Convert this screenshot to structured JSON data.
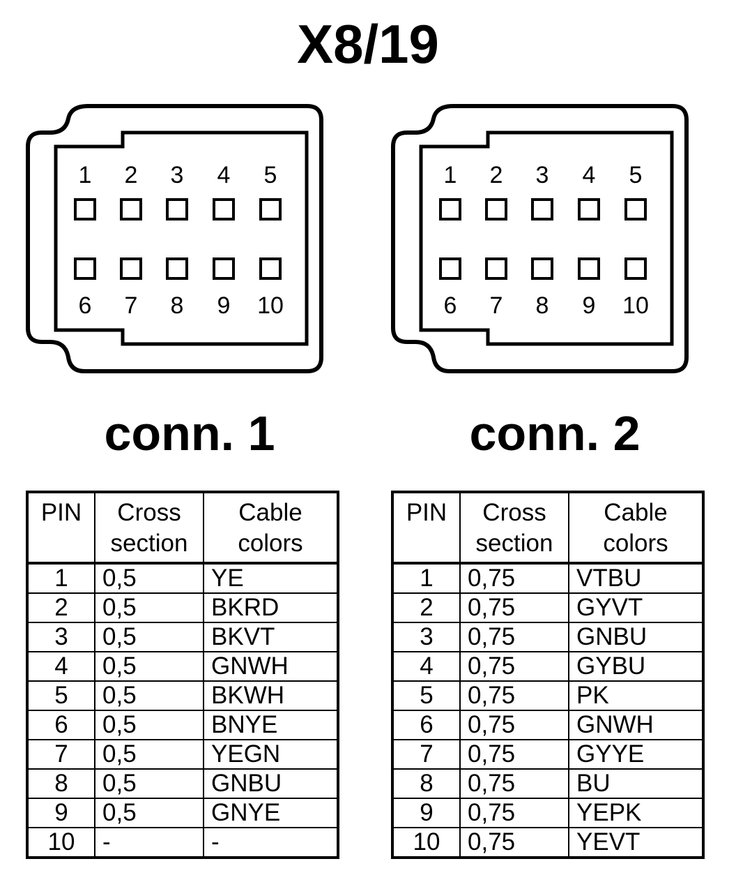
{
  "title": "X8/19",
  "connectors": [
    {
      "label": "conn. 1",
      "pins_top": [
        "1",
        "2",
        "3",
        "4",
        "5"
      ],
      "pins_bottom": [
        "6",
        "7",
        "8",
        "9",
        "10"
      ]
    },
    {
      "label": "conn. 2",
      "pins_top": [
        "1",
        "2",
        "3",
        "4",
        "5"
      ],
      "pins_bottom": [
        "6",
        "7",
        "8",
        "9",
        "10"
      ]
    }
  ],
  "table_headers": {
    "pin": "PIN",
    "cross_line1": "Cross",
    "cross_line2": "section",
    "colors_line1": "Cable",
    "colors_line2": "colors"
  },
  "tables": [
    {
      "rows": [
        {
          "pin": "1",
          "cross": "0,5",
          "color": "YE"
        },
        {
          "pin": "2",
          "cross": "0,5",
          "color": "BKRD"
        },
        {
          "pin": "3",
          "cross": "0,5",
          "color": "BKVT"
        },
        {
          "pin": "4",
          "cross": "0,5",
          "color": "GNWH"
        },
        {
          "pin": "5",
          "cross": "0,5",
          "color": "BKWH"
        },
        {
          "pin": "6",
          "cross": "0,5",
          "color": "BNYE"
        },
        {
          "pin": "7",
          "cross": "0,5",
          "color": "YEGN"
        },
        {
          "pin": "8",
          "cross": "0,5",
          "color": "GNBU"
        },
        {
          "pin": "9",
          "cross": "0,5",
          "color": "GNYE"
        },
        {
          "pin": "10",
          "cross": "-",
          "color": "-"
        }
      ]
    },
    {
      "rows": [
        {
          "pin": "1",
          "cross": "0,75",
          "color": "VTBU"
        },
        {
          "pin": "2",
          "cross": "0,75",
          "color": "GYVT"
        },
        {
          "pin": "3",
          "cross": "0,75",
          "color": "GNBU"
        },
        {
          "pin": "4",
          "cross": "0,75",
          "color": "GYBU"
        },
        {
          "pin": "5",
          "cross": "0,75",
          "color": "PK"
        },
        {
          "pin": "6",
          "cross": "0,75",
          "color": "GNWH"
        },
        {
          "pin": "7",
          "cross": "0,75",
          "color": "GYYE"
        },
        {
          "pin": "8",
          "cross": "0,75",
          "color": "BU"
        },
        {
          "pin": "9",
          "cross": "0,75",
          "color": "YEPK"
        },
        {
          "pin": "10",
          "cross": "0,75",
          "color": "YEVT"
        }
      ]
    }
  ]
}
